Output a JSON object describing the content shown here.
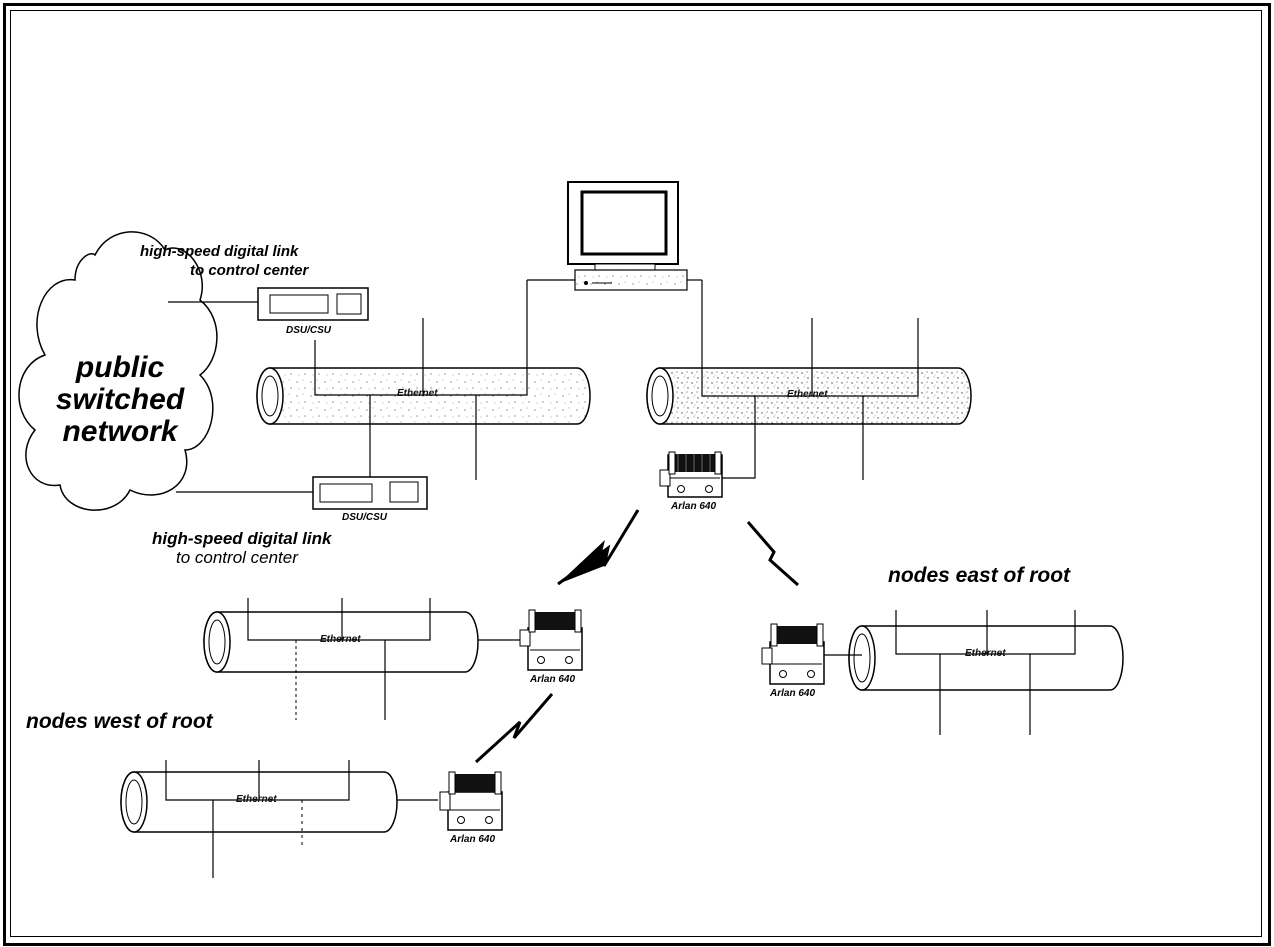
{
  "cloud": {
    "line1": "public",
    "line2": "switched",
    "line3": "network"
  },
  "links": {
    "top_line1": "high-speed digital link",
    "top_line2": "to control center",
    "bottom_line1": "high-speed digital link",
    "bottom_line2": "to control center"
  },
  "devices": {
    "dsu_top": "DSU/CSU",
    "dsu_bottom": "DSU/CSU",
    "arlan_root": "Arlan 640",
    "arlan_west1": "Arlan 640",
    "arlan_west2": "Arlan 640",
    "arlan_east": "Arlan 640"
  },
  "ethernets": {
    "e1": "Ethernet",
    "e2": "Ethernet",
    "e3": "Ethernet",
    "e4": "Ethernet",
    "e5": "Ethernet"
  },
  "regions": {
    "east": "nodes east of root",
    "west": "nodes west of root"
  }
}
